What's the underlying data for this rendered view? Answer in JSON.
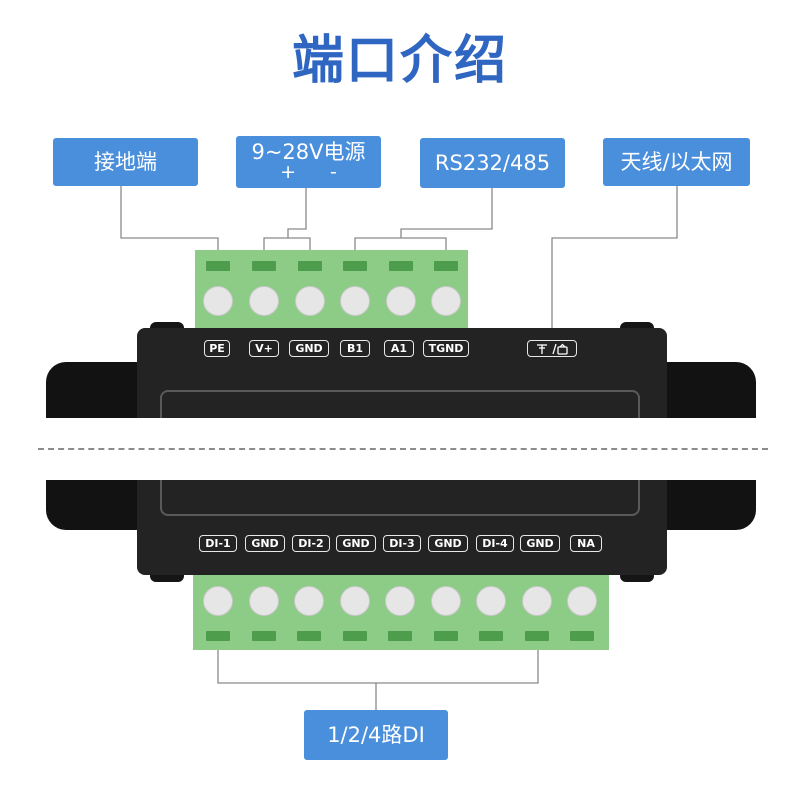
{
  "title": "端口介绍",
  "callouts": {
    "ground": "接地端",
    "power": "9~28V电源",
    "power_polarity": "+ -",
    "rs485": "RS232/485",
    "antenna": "天线/以太网",
    "di": "1/2/4路DI"
  },
  "top_terminal_labels": [
    "PE",
    "V+",
    "GND",
    "B1",
    "A1",
    "TGND"
  ],
  "antenna_label": "Ŷ/⌂",
  "bottom_terminal_labels": [
    "DI-1",
    "GND",
    "DI-2",
    "GND",
    "DI-3",
    "GND",
    "DI-4",
    "GND",
    "NA"
  ],
  "colors": {
    "title": "#2f66c2",
    "callout": "#4a8fdc",
    "terminal_block": "#8ccc86",
    "device_body": "#232323"
  }
}
